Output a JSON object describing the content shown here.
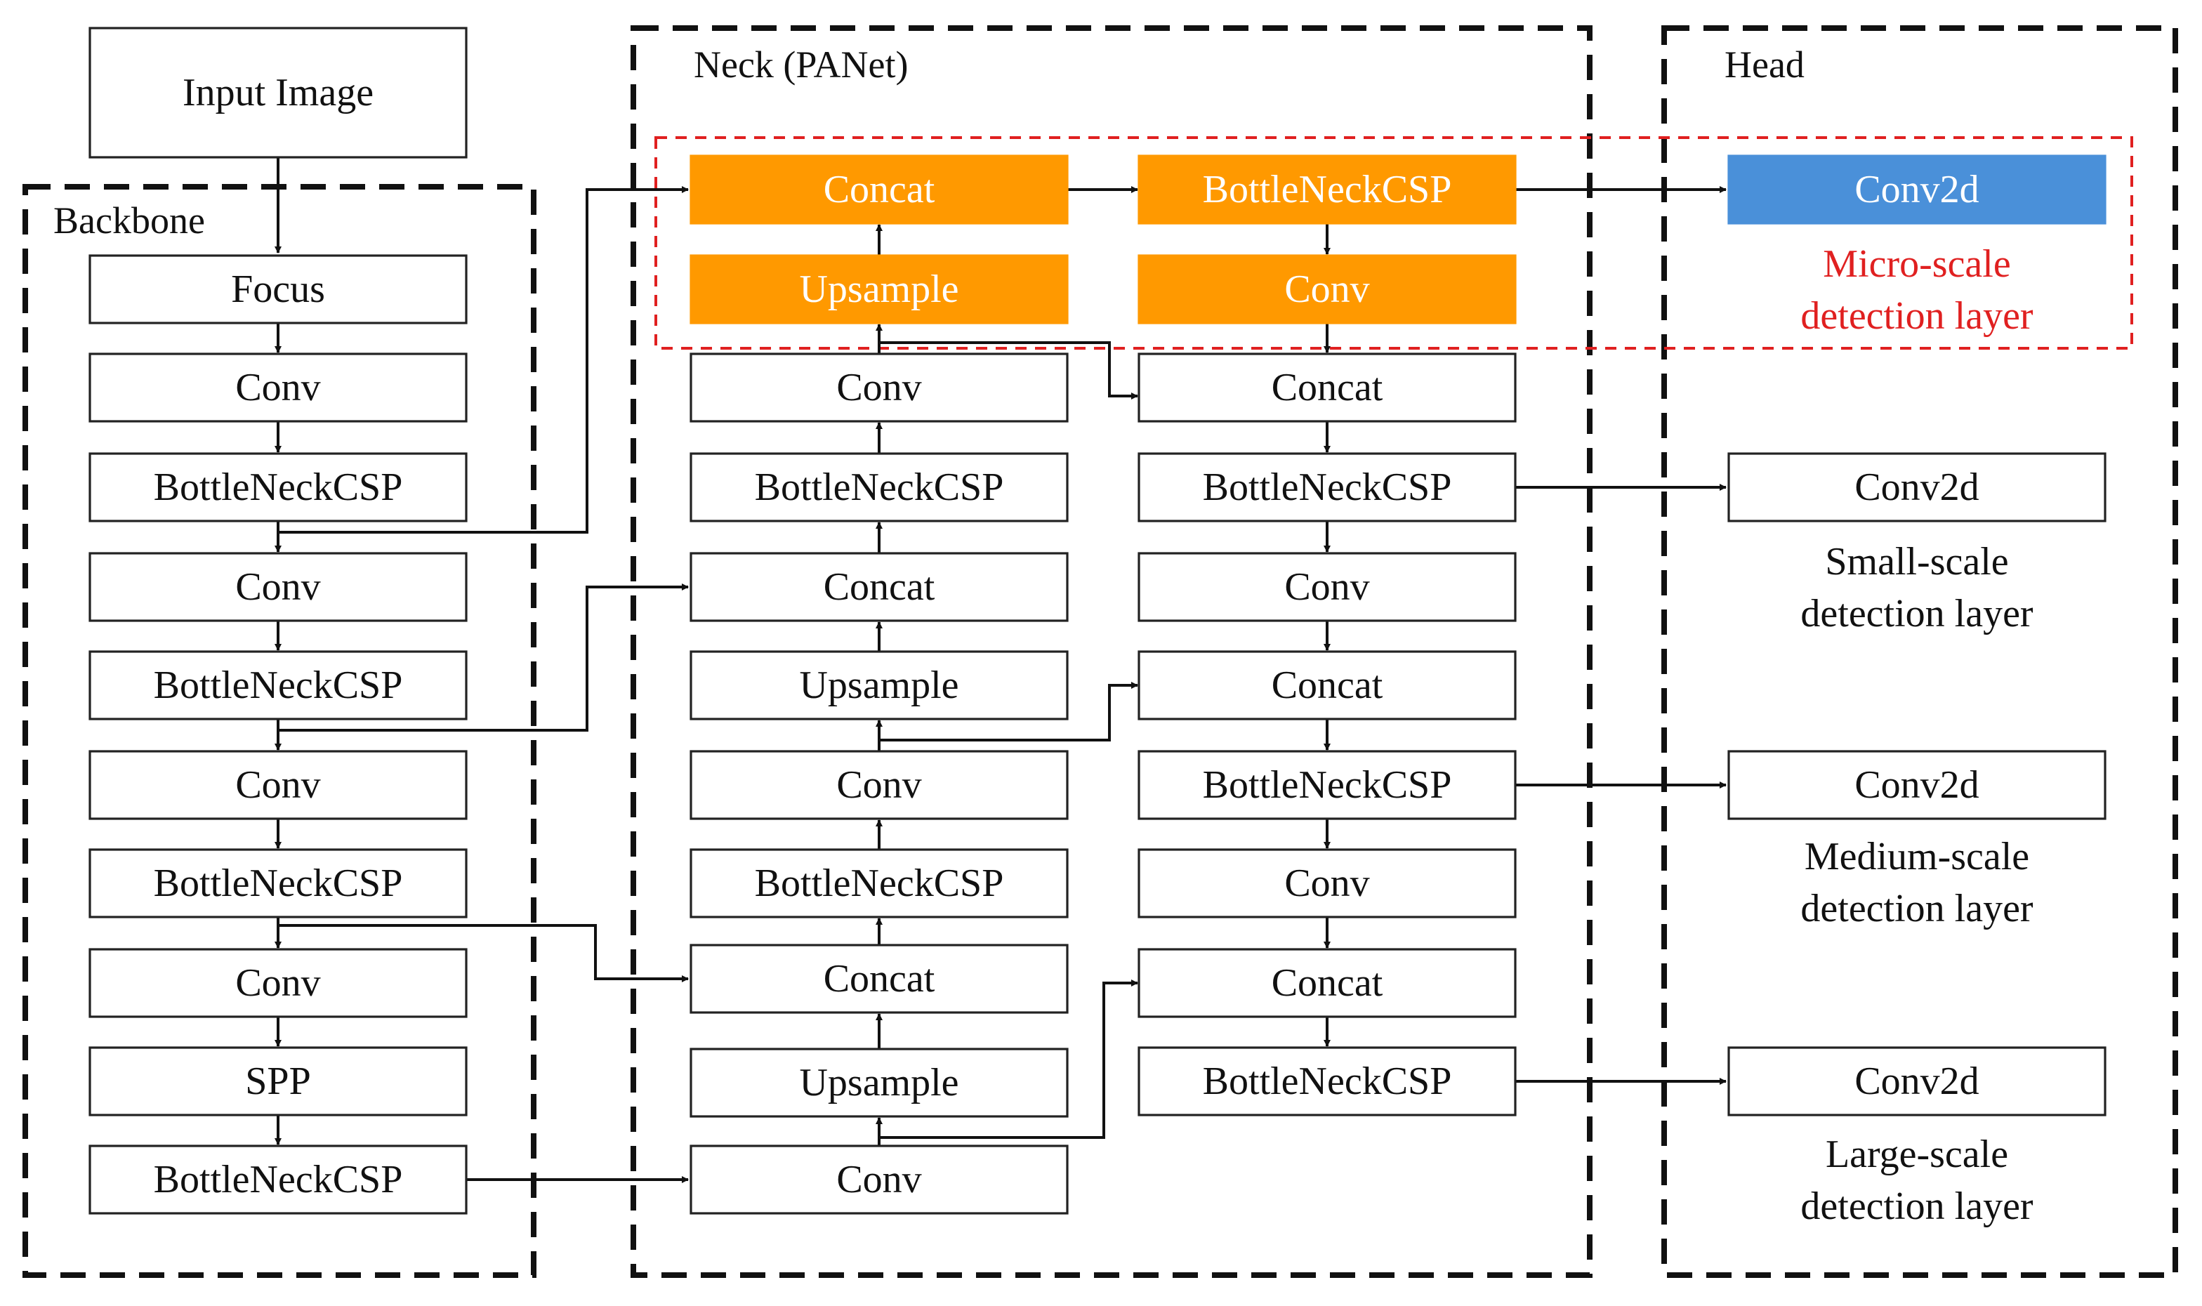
{
  "input": {
    "label": "Input Image"
  },
  "sections": {
    "backbone": "Backbone",
    "neck": "Neck (PANet)",
    "head": "Head"
  },
  "backbone": {
    "blocks": [
      "Focus",
      "Conv",
      "BottleNeckCSP",
      "Conv",
      "BottleNeckCSP",
      "Conv",
      "BottleNeckCSP",
      "Conv",
      "SPP",
      "BottleNeckCSP"
    ]
  },
  "neck": {
    "col1": [
      "Concat",
      "Upsample",
      "Conv",
      "BottleNeckCSP",
      "Concat",
      "Upsample",
      "Conv",
      "BottleNeckCSP",
      "Concat",
      "Upsample",
      "Conv"
    ],
    "col2": [
      "BottleNeckCSP",
      "Conv",
      "Concat",
      "BottleNeckCSP",
      "Conv",
      "Concat",
      "BottleNeckCSP",
      "Conv",
      "Concat",
      "BottleNeckCSP"
    ]
  },
  "head": {
    "outputs": [
      {
        "label": "Conv2d",
        "caption_line1": "Micro-scale",
        "caption_line2": "detection layer"
      },
      {
        "label": "Conv2d",
        "caption_line1": "Small-scale",
        "caption_line2": "detection layer"
      },
      {
        "label": "Conv2d",
        "caption_line1": "Medium-scale",
        "caption_line2": "detection layer"
      },
      {
        "label": "Conv2d",
        "caption_line1": "Large-scale",
        "caption_line2": "detection layer"
      }
    ]
  },
  "colors": {
    "highlight": "#FF9900",
    "output_micro": "#4A90D9",
    "micro_text": "#E02020",
    "dashed_red": "#E02020",
    "line": "#111111"
  }
}
